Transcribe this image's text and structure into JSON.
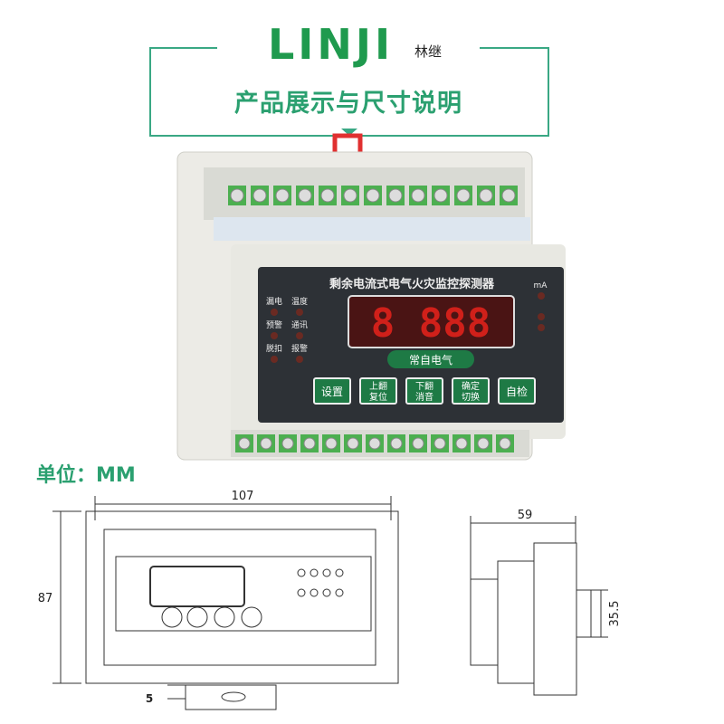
{
  "header": {
    "logo": "LINJI",
    "logo_cn": "林继",
    "title": "产品展示与尺寸说明"
  },
  "device": {
    "panel_title": "剩余电流式电气火灾监控探测器",
    "unit_label": "mA",
    "indicators": [
      "漏电",
      "温度",
      "预警",
      "通讯",
      "脱扣",
      "报警"
    ],
    "display": "8 888",
    "brand_badge": "常自电气",
    "buttons": [
      {
        "line1": "设置",
        "line2": ""
      },
      {
        "line1": "上翻",
        "line2": "复位"
      },
      {
        "line1": "下翻",
        "line2": "消音"
      },
      {
        "line1": "确定",
        "line2": "切换"
      },
      {
        "line1": "自检",
        "line2": ""
      }
    ],
    "colors": {
      "panel": "#2d3136",
      "led": "#d0201a",
      "button": "#1e7a45",
      "terminal": "#4caf50"
    }
  },
  "dimensions": {
    "unit": "单位：MM",
    "width": "107",
    "height": "87",
    "depth": "59",
    "rail": "35.5",
    "clip": "5"
  }
}
